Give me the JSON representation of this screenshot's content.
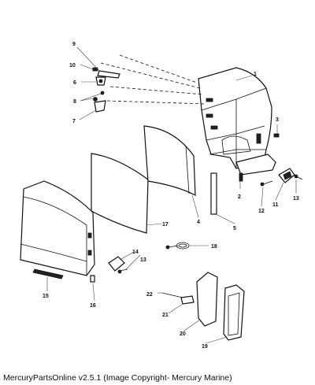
{
  "caption": "MercuryPartsOnline v2.5.1 (Image Copyright- Mercury Marine)",
  "callouts": [
    {
      "id": "c1",
      "label": "1"
    },
    {
      "id": "c2",
      "label": "2"
    },
    {
      "id": "c3",
      "label": "3"
    },
    {
      "id": "c4",
      "label": "4"
    },
    {
      "id": "c5",
      "label": "5"
    },
    {
      "id": "c6",
      "label": "6"
    },
    {
      "id": "c7",
      "label": "7"
    },
    {
      "id": "c8",
      "label": "8"
    },
    {
      "id": "c9",
      "label": "9"
    },
    {
      "id": "c10",
      "label": "10"
    },
    {
      "id": "c11",
      "label": "11"
    },
    {
      "id": "c12",
      "label": "12"
    },
    {
      "id": "c13a",
      "label": "13"
    },
    {
      "id": "c13b",
      "label": "13"
    },
    {
      "id": "c14",
      "label": "14"
    },
    {
      "id": "c15",
      "label": "15"
    },
    {
      "id": "c16",
      "label": "16"
    },
    {
      "id": "c17",
      "label": "17"
    },
    {
      "id": "c18",
      "label": "18"
    },
    {
      "id": "c19",
      "label": "19"
    },
    {
      "id": "c20",
      "label": "20"
    },
    {
      "id": "c21",
      "label": "21"
    },
    {
      "id": "c22",
      "label": "22"
    }
  ]
}
